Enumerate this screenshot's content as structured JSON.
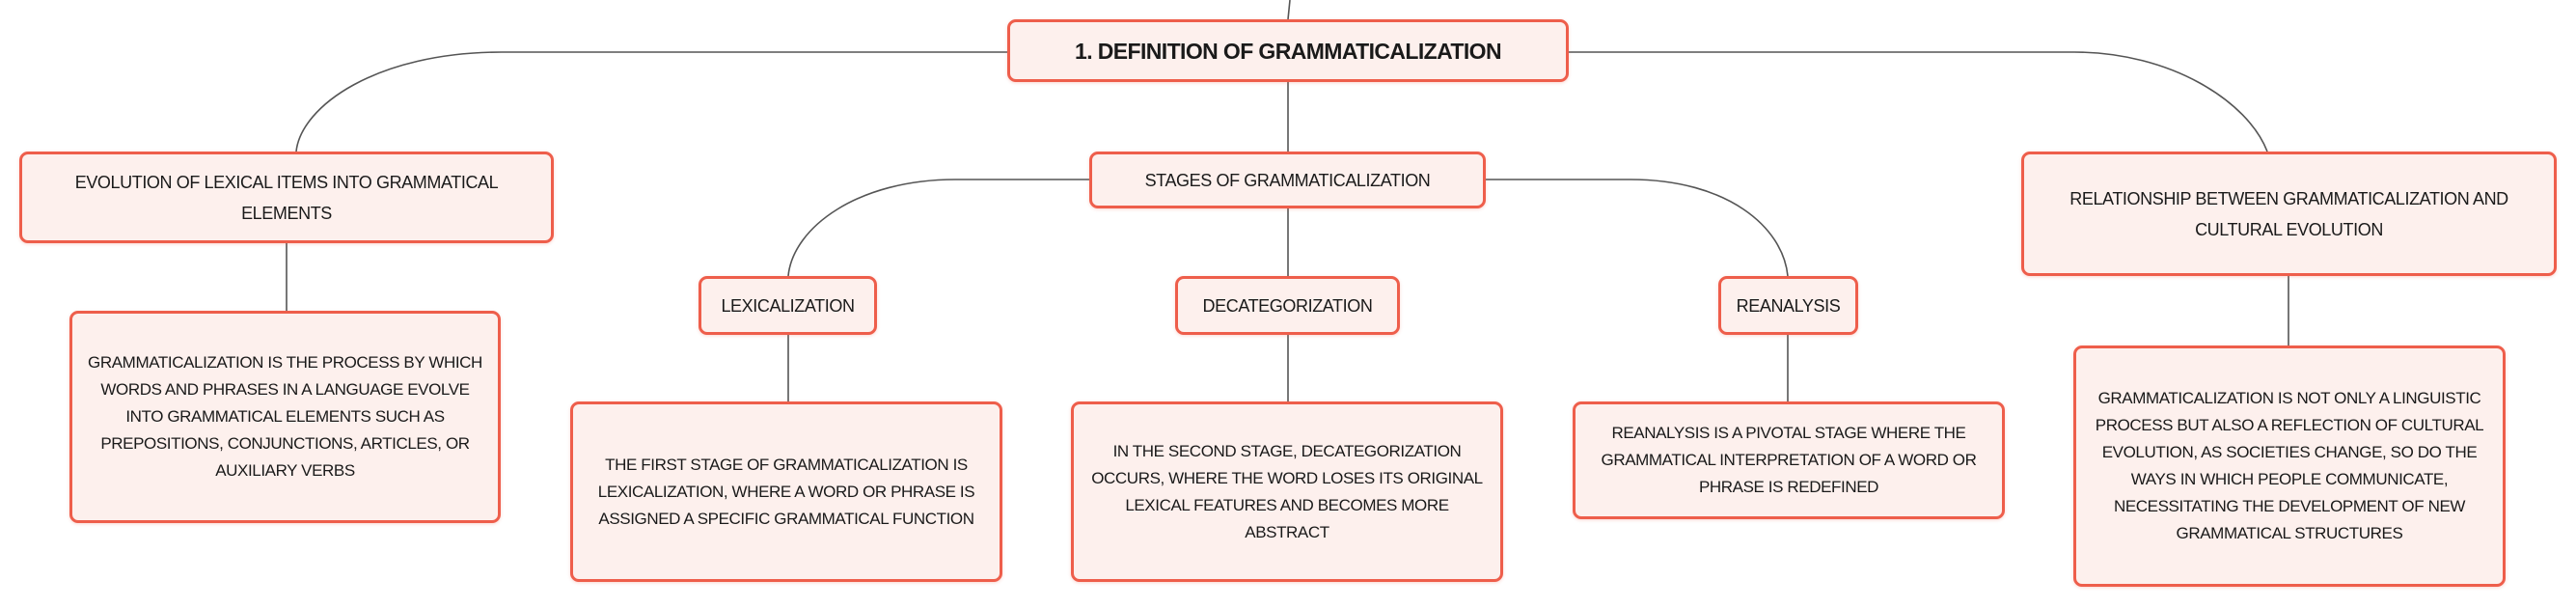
{
  "colors": {
    "border": "#ee5e4b",
    "fill": "#fdf0ed",
    "connector": "#555555"
  },
  "root": {
    "label": "1. DEFINITION OF GRAMMATICALIZATION"
  },
  "branches": {
    "evolution": {
      "label": "EVOLUTION OF LEXICAL ITEMS INTO GRAMMATICAL ELEMENTS",
      "description": "GRAMMATICALIZATION IS THE PROCESS BY WHICH WORDS AND PHRASES IN A LANGUAGE EVOLVE INTO GRAMMATICAL ELEMENTS SUCH AS PREPOSITIONS, CONJUNCTIONS, ARTICLES, OR AUXILIARY VERBS"
    },
    "stages": {
      "label": "STAGES OF GRAMMATICALIZATION",
      "children": [
        {
          "label": "LEXICALIZATION",
          "description": "THE FIRST STAGE OF GRAMMATICALIZATION IS LEXICALIZATION, WHERE A WORD OR PHRASE IS ASSIGNED A SPECIFIC GRAMMATICAL FUNCTION"
        },
        {
          "label": "DECATEGORIZATION",
          "description": "IN THE SECOND STAGE, DECATEGORIZATION OCCURS, WHERE THE WORD LOSES ITS ORIGINAL LEXICAL FEATURES AND BECOMES MORE ABSTRACT"
        },
        {
          "label": "REANALYSIS",
          "description": "REANALYSIS IS A PIVOTAL STAGE WHERE THE GRAMMATICAL INTERPRETATION OF A WORD OR PHRASE IS REDEFINED"
        }
      ]
    },
    "relationship": {
      "label": "RELATIONSHIP BETWEEN GRAMMATICALIZATION AND CULTURAL EVOLUTION",
      "description": "GRAMMATICALIZATION IS NOT ONLY A LINGUISTIC PROCESS BUT ALSO A REFLECTION OF CULTURAL EVOLUTION, AS SOCIETIES CHANGE, SO DO THE WAYS IN WHICH PEOPLE COMMUNICATE, NECESSITATING THE DEVELOPMENT OF NEW GRAMMATICAL STRUCTURES"
    }
  }
}
